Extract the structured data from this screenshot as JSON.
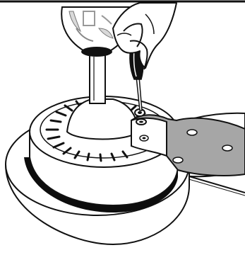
{
  "illustration": {
    "colors": {
      "line": "#111111",
      "fill": "#ffffff",
      "bracket": "#a6a6a6",
      "gray_shade": "#d9d9d9",
      "black_band": "#0d0d0d"
    },
    "parts": [
      "ceiling-line",
      "light-globe",
      "downrod",
      "fan-motor-housing",
      "vent-slots",
      "mounting-screws",
      "blade-bracket",
      "fan-blade",
      "hand",
      "screwdriver"
    ]
  }
}
